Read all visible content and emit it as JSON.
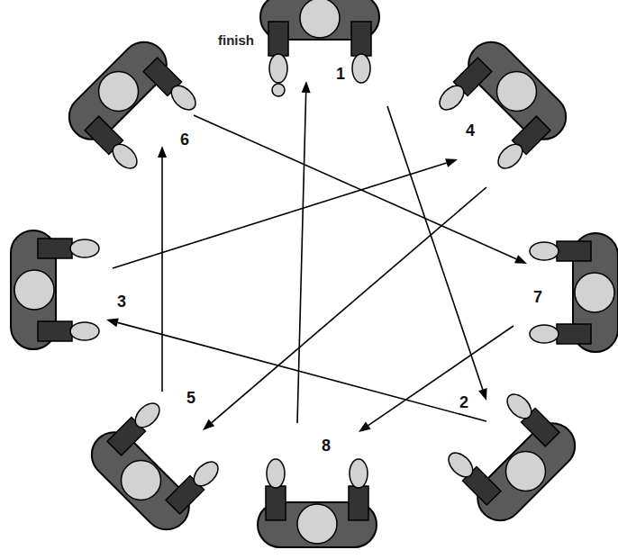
{
  "diagram": {
    "nodes": [
      {
        "text": [
          "1"
        ]
      },
      {
        "text": [
          "2"
        ]
      },
      {
        "text": [
          "3"
        ]
      },
      {
        "text": [
          "4"
        ]
      },
      {
        "text": [
          "5"
        ]
      },
      {
        "text": [
          "6"
        ]
      },
      {
        "text": [
          "7"
        ]
      },
      {
        "text": [
          "8"
        ]
      }
    ],
    "edges": [
      {
        "from": 0,
        "to": 1,
        "arrow": "to"
      },
      {
        "from": 1,
        "to": 2,
        "arrow": "to"
      },
      {
        "from": 2,
        "to": 3,
        "arrow": "to"
      },
      {
        "from": 3,
        "to": 4,
        "arrow": "to"
      },
      {
        "from": 4,
        "to": 5,
        "arrow": "to"
      },
      {
        "from": 5,
        "to": 6,
        "arrow": "to"
      },
      {
        "from": 6,
        "to": 7,
        "arrow": "to"
      },
      {
        "from": 7,
        "to": 0,
        "arrow": "to"
      }
    ],
    "labels": [
      "finish"
    ]
  }
}
